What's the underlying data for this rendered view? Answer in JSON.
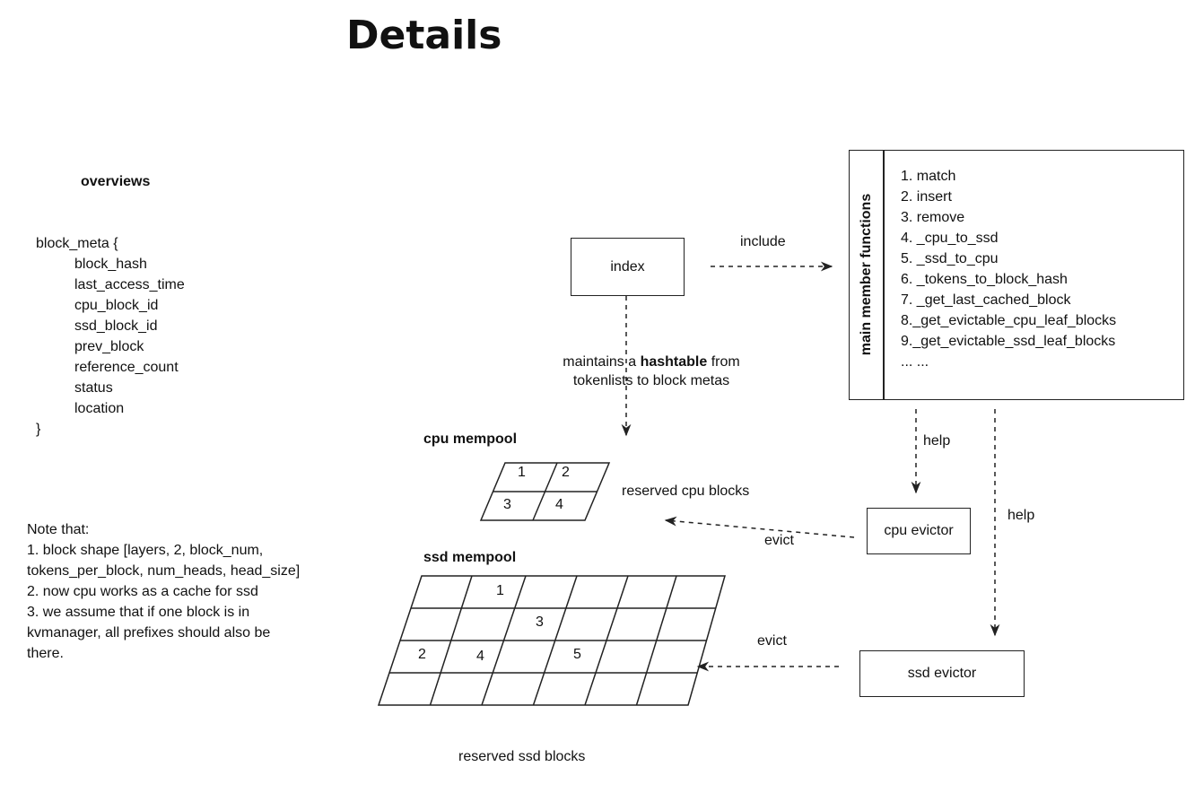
{
  "title": "Details",
  "overviews": {
    "heading": "overviews",
    "open": "block_meta {",
    "fields": [
      "block_hash",
      "last_access_time",
      "cpu_block_id",
      "ssd_block_id",
      "prev_block",
      "reference_count",
      "status",
      "location"
    ],
    "close": "}"
  },
  "notes": {
    "lines": [
      "Note that:",
      "1. block shape [layers, 2, block_num,",
      "tokens_per_block, num_heads, head_size]",
      "2.  now cpu works as a cache for ssd",
      "3.  we assume that if one block is in",
      "kvmanager, all prefixes should also be",
      "there."
    ]
  },
  "index_box": {
    "label": "index"
  },
  "include_label": "include",
  "hashtable_label": {
    "pre": "maintains a ",
    "bold": "hashtable",
    "post": " from",
    "line2": "tokenlists to block metas"
  },
  "functions": {
    "title": "main member functions",
    "items": [
      "1. match",
      "2. insert",
      "3. remove",
      "4. _cpu_to_ssd",
      "5. _ssd_to_cpu",
      "6. _tokens_to_block_hash",
      "7. _get_last_cached_block",
      "8._get_evictable_cpu_leaf_blocks",
      "9._get_evictable_ssd_leaf_blocks",
      "... ..."
    ]
  },
  "help_label_1": "help",
  "help_label_2": "help",
  "cpu_mempool": {
    "title": "cpu mempool",
    "cells": [
      "1",
      "2",
      "3",
      "4"
    ],
    "caption": "reserved cpu blocks"
  },
  "ssd_mempool": {
    "title": "ssd mempool",
    "cells": [
      "1",
      "3",
      "2",
      "4",
      "5"
    ],
    "caption": "reserved ssd blocks"
  },
  "cpu_evictor": {
    "label": "cpu evictor"
  },
  "ssd_evictor": {
    "label": "ssd evictor"
  },
  "evict_label_1": "evict",
  "evict_label_2": "evict",
  "colors": {
    "stroke": "#222222",
    "text": "#111111",
    "background": "#ffffff"
  }
}
